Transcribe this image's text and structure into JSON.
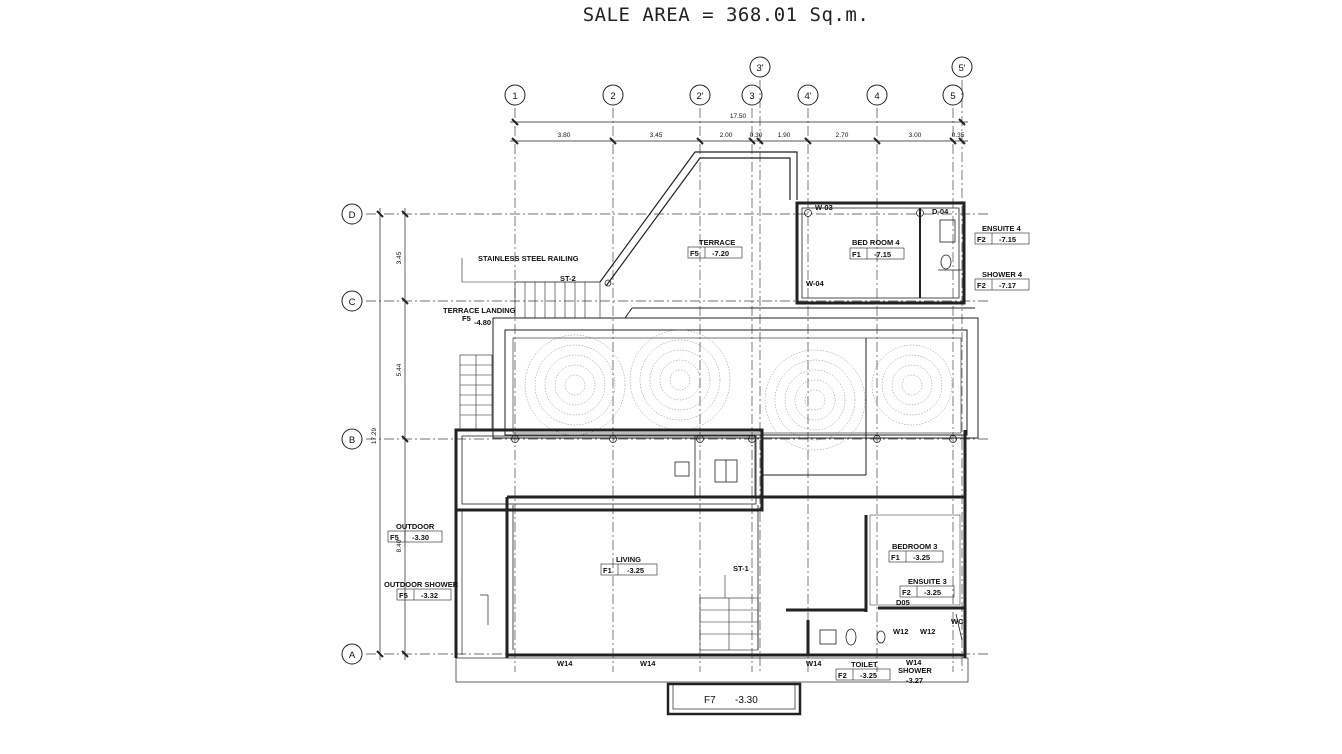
{
  "title": "SALE AREA = 368.01 Sq.m.",
  "grid_columns": [
    "1",
    "2",
    "2'",
    "3'",
    "3",
    "4'",
    "4",
    "5'",
    "5"
  ],
  "grid_rows": [
    "D",
    "C",
    "B",
    "A"
  ],
  "dims_top_total": "17.50",
  "dims_top": [
    "3.80",
    "3.45",
    "2.00",
    "0.30",
    "1.90",
    "2.70",
    "3.00",
    "0.35"
  ],
  "dims_left": [
    "3.45",
    "5.44",
    "8.40"
  ],
  "dims_left_total": "17.29",
  "rooms": [
    {
      "name": "TERRACE",
      "code": "F5",
      "level": "-7.20"
    },
    {
      "name": "BED ROOM 4",
      "code": "F1",
      "level": "-7.15"
    },
    {
      "name": "ENSUITE 4",
      "code": "F2",
      "level": "-7.15"
    },
    {
      "name": "SHOWER 4",
      "code": "F2",
      "level": "-7.17"
    },
    {
      "name": "OUTDOOR",
      "code": "F5",
      "level": "-3.30"
    },
    {
      "name": "OUTDOOR SHOWER",
      "code": "F5",
      "level": "-3.32"
    },
    {
      "name": "LIVING",
      "code": "F1",
      "level": "-3.25"
    },
    {
      "name": "BEDROOM 3",
      "code": "F1",
      "level": "-3.25"
    },
    {
      "name": "ENSUITE 3",
      "code": "F2",
      "level": "-3.25"
    },
    {
      "name": "TOILET",
      "code": "F2",
      "level": "-3.25"
    },
    {
      "name": "",
      "code": "F7",
      "level": "-3.30"
    }
  ],
  "terrace_landing": {
    "name": "TERRACE LANDING",
    "code": "F5",
    "level": "-4.80"
  },
  "shower_label": "SHOWER",
  "shower_level": "-3.27",
  "notes": {
    "railing": "STAINLESS STEEL RAILING",
    "st2": "ST-2",
    "st1": "ST-1",
    "w03": "W-03",
    "w04": "W-04",
    "d04": "D-04",
    "d05": "D05",
    "w12a": "W12",
    "w12b": "W12",
    "wc": "WC",
    "w14a": "W14",
    "w14b": "W14",
    "w14c": "W14",
    "w14d": "W14"
  }
}
